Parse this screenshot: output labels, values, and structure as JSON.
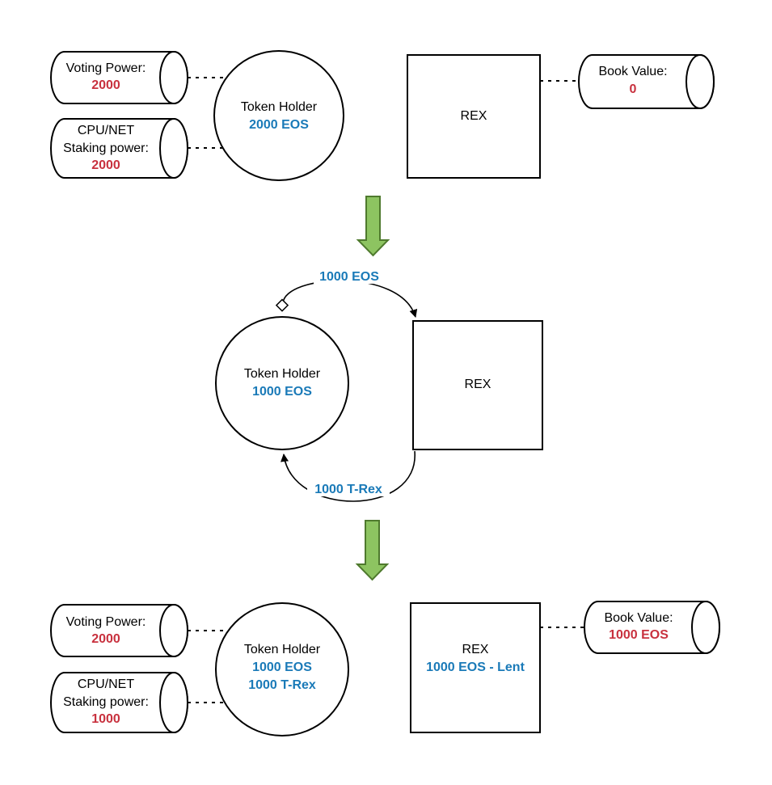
{
  "colors": {
    "blue_value": "#1a7ab8",
    "red_value": "#c8313e",
    "green_arrow": "#8dc461"
  },
  "stage1": {
    "voting_label": "Voting Power:",
    "voting_value": "2000",
    "cpu_label_1": "CPU/NET",
    "cpu_label_2": "Staking power:",
    "cpu_value": "2000",
    "holder_label": "Token Holder",
    "holder_value": "2000 EOS",
    "rex_label": "REX",
    "book_label": "Book Value:",
    "book_value": "0"
  },
  "stage2": {
    "flow_top": "1000 EOS",
    "flow_bottom": "1000 T-Rex",
    "holder_label": "Token Holder",
    "holder_value": "1000 EOS",
    "rex_label": "REX"
  },
  "stage3": {
    "voting_label": "Voting Power:",
    "voting_value": "2000",
    "cpu_label_1": "CPU/NET",
    "cpu_label_2": "Staking power:",
    "cpu_value": "1000",
    "holder_label": "Token Holder",
    "holder_value_1": "1000 EOS",
    "holder_value_2": "1000 T-Rex",
    "rex_label": "REX",
    "rex_value": "1000 EOS - Lent",
    "book_label": "Book Value:",
    "book_value": "1000 EOS"
  }
}
